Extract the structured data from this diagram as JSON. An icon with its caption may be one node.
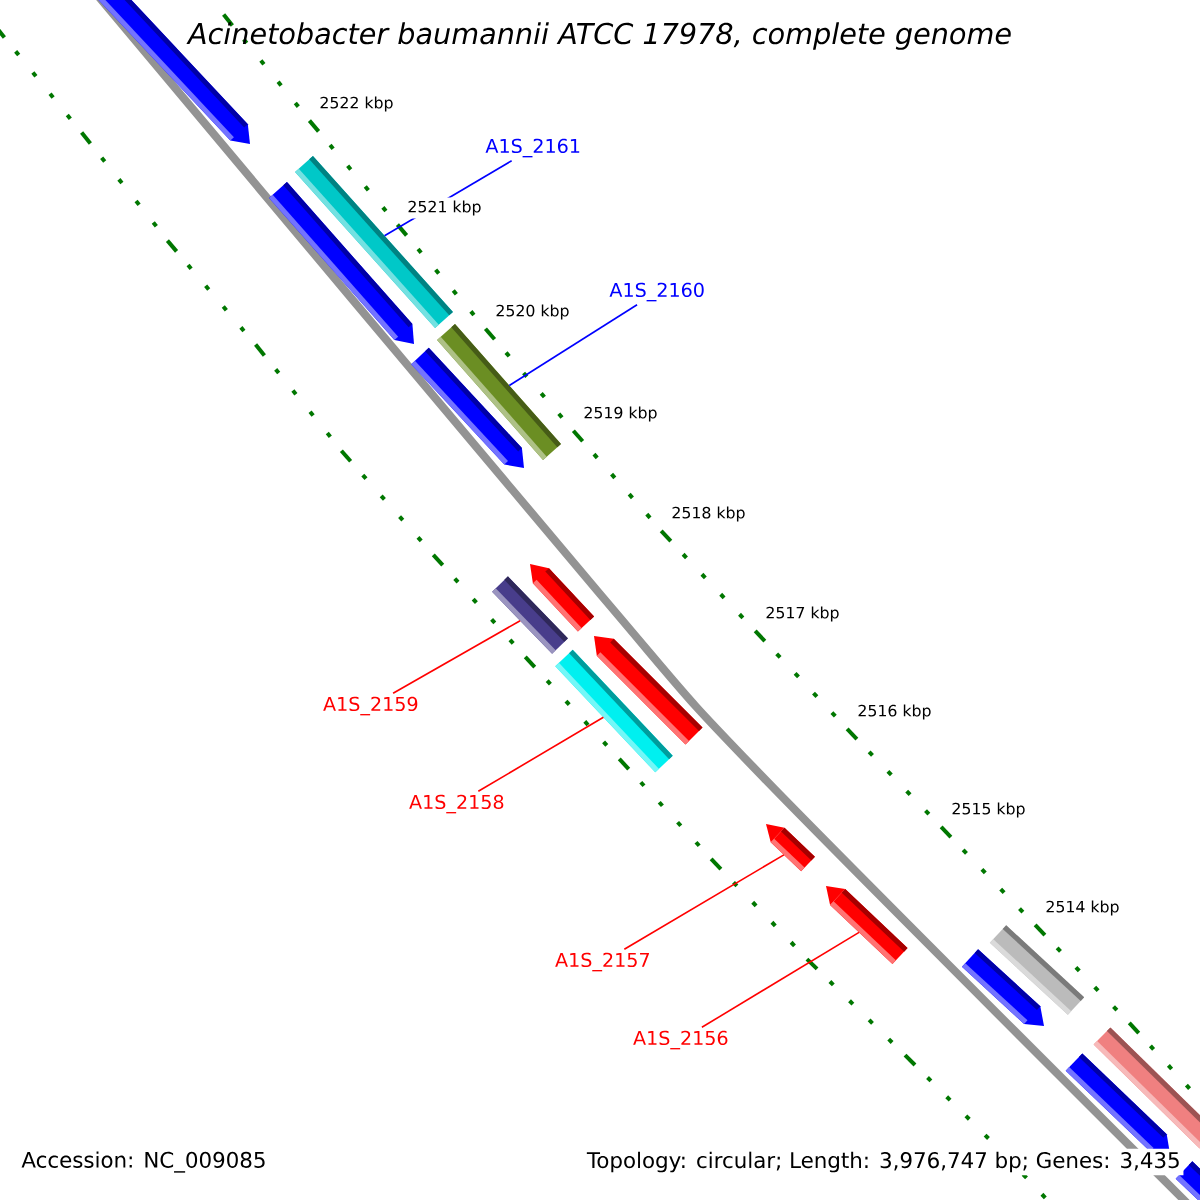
{
  "diagram": {
    "title": "Acinetobacter baumannii ATCC 17978, complete genome",
    "nodes": [
      {
        "text": [
          "A1S_2161"
        ]
      },
      {
        "text": [
          "A1S_2160"
        ]
      },
      {
        "text": [
          "A1S_2159"
        ]
      },
      {
        "text": [
          "A1S_2158"
        ]
      },
      {
        "text": [
          "A1S_2157"
        ]
      },
      {
        "text": [
          "A1S_2156"
        ]
      },
      {
        "text": [],
        "shape": "bar"
      },
      {
        "text": [],
        "shape": "bar"
      },
      {
        "text": [],
        "shape": "bar"
      },
      {
        "text": [],
        "shape": "bar"
      },
      {
        "text": [],
        "shape": "bar"
      },
      {
        "text": [],
        "shape": "bar"
      }
    ],
    "edges": [
      {
        "from": 0,
        "to": 6,
        "arrow": "none",
        "color": "#0000ff"
      },
      {
        "from": 1,
        "to": 7,
        "arrow": "none",
        "color": "#0000ff"
      },
      {
        "from": 2,
        "to": 8,
        "arrow": "none",
        "color": "#ff0000"
      },
      {
        "from": 3,
        "to": 9,
        "arrow": "none",
        "color": "#ff0000"
      },
      {
        "from": 4,
        "to": 10,
        "arrow": "none",
        "color": "#ff0000"
      },
      {
        "from": 5,
        "to": 11,
        "arrow": "none",
        "color": "#ff0000"
      }
    ],
    "labels": [
      "2522 kbp",
      "2521 kbp",
      "2520 kbp",
      "2519 kbp",
      "2518 kbp",
      "2517 kbp",
      "2516 kbp",
      "2515 kbp",
      "2514 kbp",
      "Accession: NC_009085",
      "Topology: circular; Length: 3,976,747 bp; Genes: 3,435"
    ]
  }
}
